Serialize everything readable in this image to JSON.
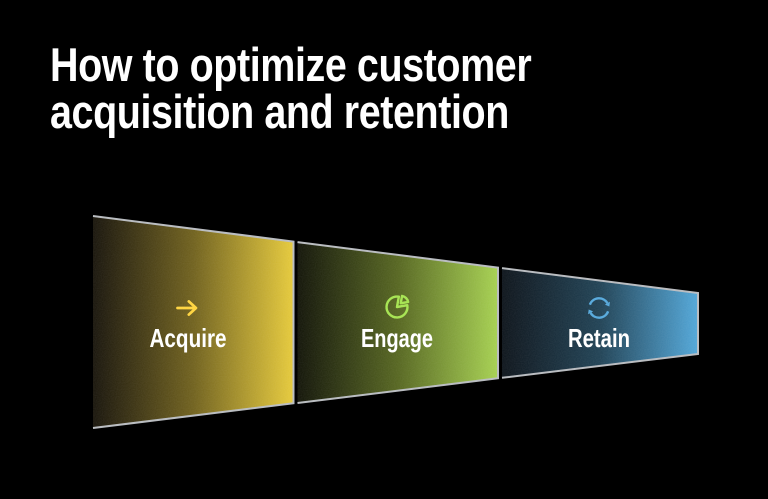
{
  "page": {
    "background_color": "#000000"
  },
  "title": {
    "line1": "How to optimize customer",
    "line2": "acquisition and retention",
    "color": "#ffffff"
  },
  "funnel": {
    "border_color": "#b9bcc0",
    "stages": [
      {
        "label": "Acquire",
        "icon": "arrow-right-icon",
        "icon_color": "#ffd43c",
        "gradient": {
          "from": "#17130a",
          "mid": "#6f601c",
          "to": "#e6ca3a"
        }
      },
      {
        "label": "Engage",
        "icon": "pie-chart-icon",
        "icon_color": "#a5e44f",
        "gradient": {
          "from": "#111307",
          "mid": "#55651f",
          "to": "#a6d150"
        }
      },
      {
        "label": "Retain",
        "icon": "sync-arrows-icon",
        "icon_color": "#54a8dc",
        "gradient": {
          "from": "#0c131a",
          "mid": "#1f4154",
          "to": "#51a7d9"
        }
      }
    ]
  }
}
